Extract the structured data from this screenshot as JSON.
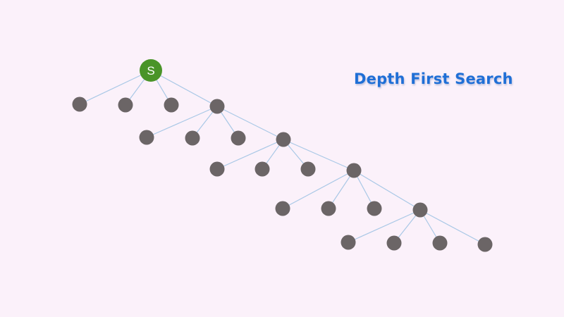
{
  "title": "Depth First Search",
  "start_node": {
    "label": "S"
  },
  "colors": {
    "background": "#fbf1fa",
    "title": "#1f6fd6",
    "start_node": "#4a9428",
    "node": "#6b6566",
    "edge": "#a9c8e6"
  },
  "tree": {
    "id": "S",
    "children": [
      {
        "id": "a1"
      },
      {
        "id": "a2"
      },
      {
        "id": "a3"
      },
      {
        "id": "a4",
        "children": [
          {
            "id": "b1"
          },
          {
            "id": "b2"
          },
          {
            "id": "b3"
          },
          {
            "id": "b4",
            "children": [
              {
                "id": "c1"
              },
              {
                "id": "c2"
              },
              {
                "id": "c3"
              },
              {
                "id": "c4",
                "children": [
                  {
                    "id": "d1"
                  },
                  {
                    "id": "d2"
                  },
                  {
                    "id": "d3"
                  },
                  {
                    "id": "d4",
                    "children": [
                      {
                        "id": "e1"
                      },
                      {
                        "id": "e2"
                      },
                      {
                        "id": "e3"
                      },
                      {
                        "id": "e4"
                      }
                    ]
                  }
                ]
              }
            ]
          }
        ]
      }
    ]
  }
}
